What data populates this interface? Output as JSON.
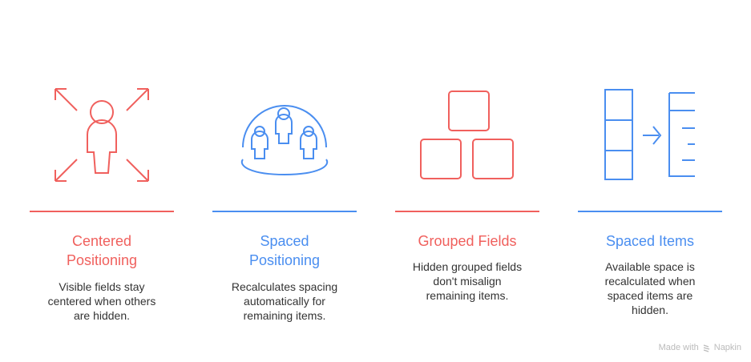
{
  "colors": {
    "red": "#F0605D",
    "blue": "#4A8EF0"
  },
  "items": [
    {
      "title_lines": [
        "Centered",
        "Positioning"
      ],
      "description": [
        "Visible fields stay",
        "centered when others",
        "are hidden."
      ],
      "icon": "person-expand-icon"
    },
    {
      "title_lines": [
        "Spaced",
        "Positioning"
      ],
      "description": [
        "Recalculates spacing",
        "automatically for",
        "remaining items."
      ],
      "icon": "group-dome-icon"
    },
    {
      "title_lines": [
        "Grouped Fields"
      ],
      "description": [
        "Hidden grouped fields",
        "don't misalign",
        "remaining items."
      ],
      "icon": "stacked-boxes-icon"
    },
    {
      "title_lines": [
        "Spaced Items"
      ],
      "description": [
        "Available space is",
        "recalculated when",
        "spaced items are",
        "hidden."
      ],
      "icon": "column-to-ruler-icon"
    }
  ],
  "footer": {
    "made_with": "Made with",
    "brand": "Napkin"
  }
}
